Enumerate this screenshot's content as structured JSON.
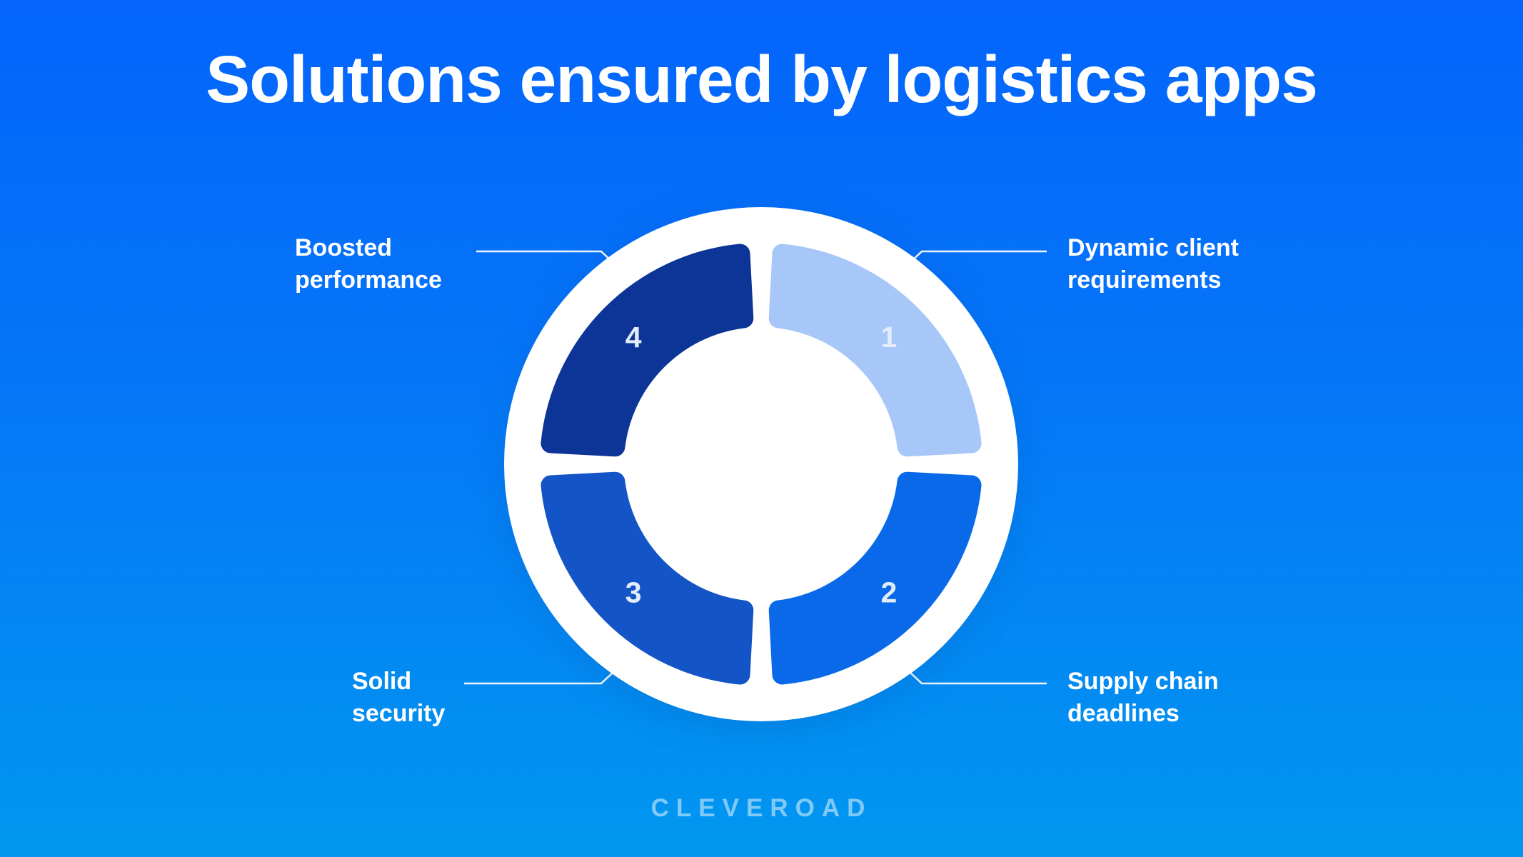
{
  "title": "Solutions ensured by logistics apps",
  "brand": "CLEVEROAD",
  "background": {
    "gradient_top": "#0464FC",
    "gradient_bottom": "#0197F0"
  },
  "chart_data": {
    "type": "pie",
    "subtype": "donut-process-diagram",
    "title": "Solutions ensured by logistics apps",
    "categories": [
      "Dynamic client requirements",
      "Supply chain deadlines",
      "Solid security",
      "Boosted performance"
    ],
    "ring_background": "#FFFFFF",
    "number_color": "#E3ECFA",
    "segments": [
      {
        "number": "1",
        "label": "Dynamic client requirements",
        "color": "#A6C7F7",
        "start_angle": -87,
        "end_angle": -3
      },
      {
        "number": "2",
        "label": "Supply chain deadlines",
        "color": "#0A69E9",
        "start_angle": 3,
        "end_angle": 87
      },
      {
        "number": "3",
        "label": "Solid security",
        "color": "#1355C6",
        "start_angle": 93,
        "end_angle": 177
      },
      {
        "number": "4",
        "label": "Boosted performance",
        "color": "#0C3597",
        "start_angle": 183,
        "end_angle": 267
      }
    ]
  },
  "callouts": {
    "top_left": {
      "line1": "Boosted",
      "line2": "performance"
    },
    "top_right": {
      "line1": "Dynamic client",
      "line2": "requirements"
    },
    "bottom_left": {
      "line1": "Solid",
      "line2": "security"
    },
    "bottom_right": {
      "line1": "Supply chain",
      "line2": "deadlines"
    }
  }
}
